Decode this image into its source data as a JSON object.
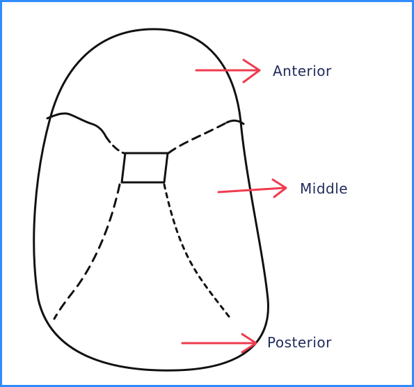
{
  "colors": {
    "frame_border": "#2f8cff",
    "outline": "#111111",
    "arrow": "#ef3b4e",
    "label_text": "#1f2a5a"
  },
  "labels": {
    "anterior": "Anterior",
    "middle": "Middle",
    "posterior": "Posterior"
  },
  "icons": {
    "arrow": "right-arrow-icon"
  }
}
